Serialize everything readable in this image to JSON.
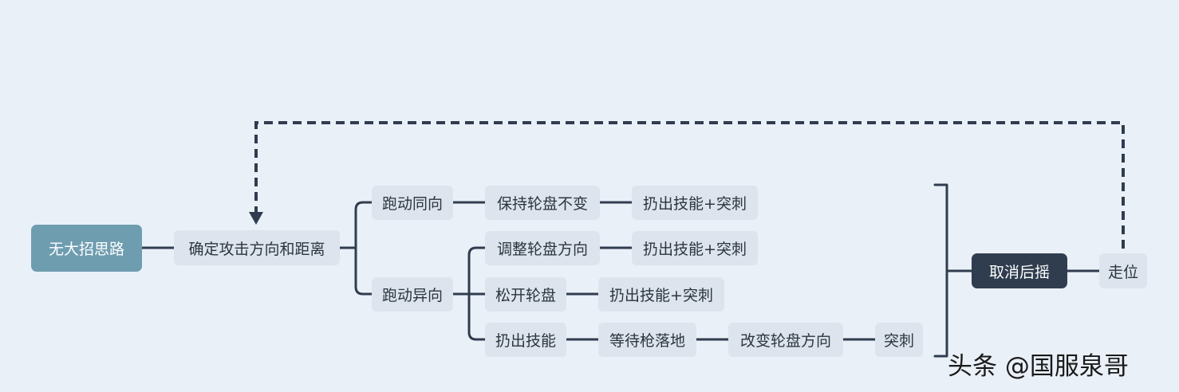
{
  "diagram": {
    "root": "无大招思路",
    "step_direction": "确定攻击方向和距离",
    "branch_same": "跑动同向",
    "branch_diff": "跑动异向",
    "same_keep": "保持轮盘不变",
    "same_result": "扔出技能+突刺",
    "diff_adjust": "调整轮盘方向",
    "diff_adjust_result": "扔出技能+突刺",
    "diff_release": "松开轮盘",
    "diff_release_result": "扔出技能+突刺",
    "diff_throw": "扔出技能",
    "diff_wait": "等待枪落地",
    "diff_change": "改变轮盘方向",
    "diff_dash": "突刺",
    "cancel": "取消后摇",
    "move": "走位"
  },
  "colors": {
    "background": "#eaf0f8",
    "node": "#dde4ed",
    "root": "#6e9db0",
    "dark_node": "#303d4f",
    "line": "#303d4f"
  },
  "watermark": "头条 @国服泉哥"
}
